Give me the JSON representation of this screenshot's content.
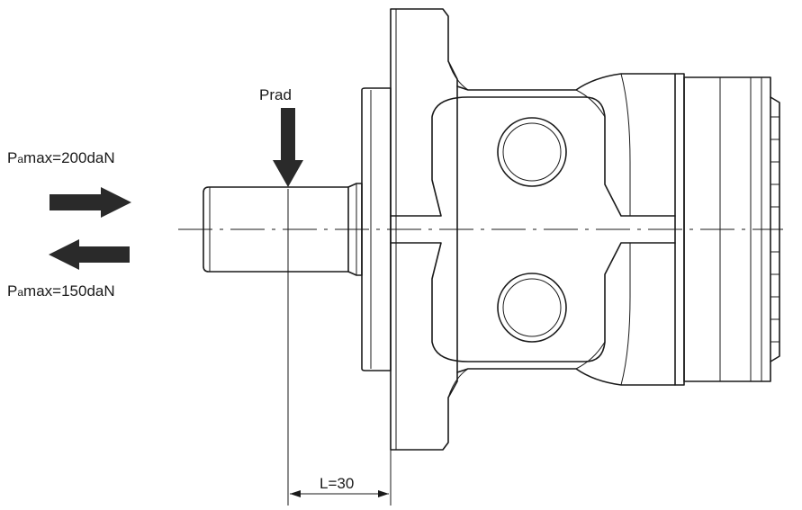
{
  "labels": {
    "radial_load": "Prad",
    "axial_push_prefix": "P",
    "axial_push_sub": "a",
    "axial_push_suffix": "max=200daN",
    "axial_pull_prefix": "P",
    "axial_pull_sub": "a",
    "axial_pull_suffix": "max=150daN",
    "distance": "L=30"
  },
  "colors": {
    "line": "#1a1a1a",
    "arrow": "#2a2a2a",
    "background": "#ffffff"
  }
}
